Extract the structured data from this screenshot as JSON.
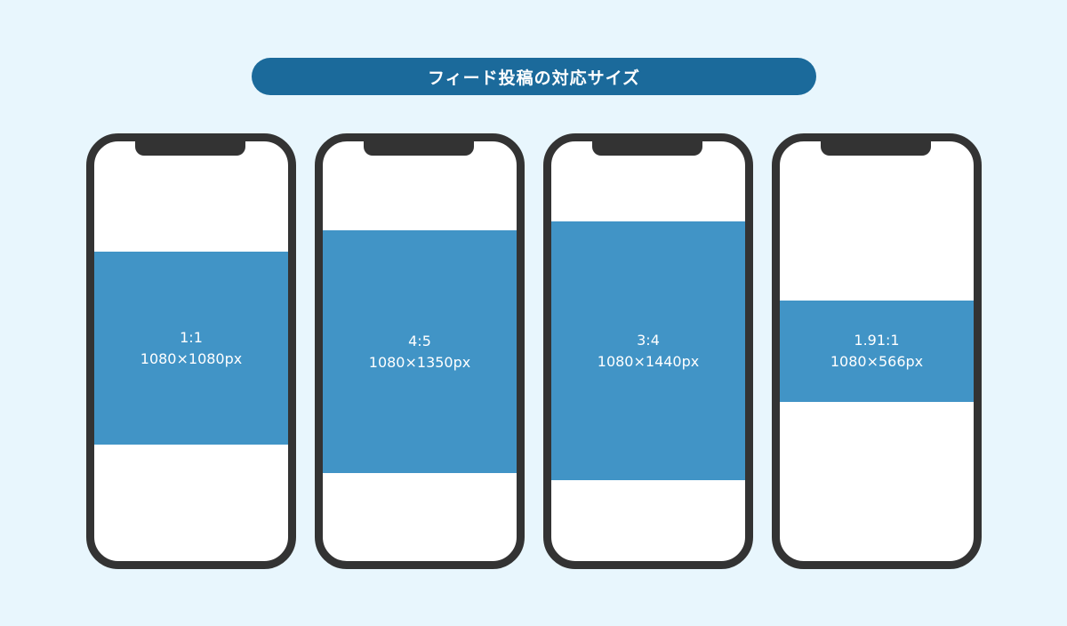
{
  "title": "フィード投稿の対応サイズ",
  "colors": {
    "background": "#e8f6fd",
    "title_bg": "#1b6a9b",
    "frame": "#333333",
    "media": "#4194c6"
  },
  "phones": [
    {
      "ratio": "1:1",
      "size": "1080×1080px"
    },
    {
      "ratio": "4:5",
      "size": "1080×1350px"
    },
    {
      "ratio": "3:4",
      "size": "1080×1440px"
    },
    {
      "ratio": "1.91:1",
      "size": "1080×566px"
    }
  ]
}
